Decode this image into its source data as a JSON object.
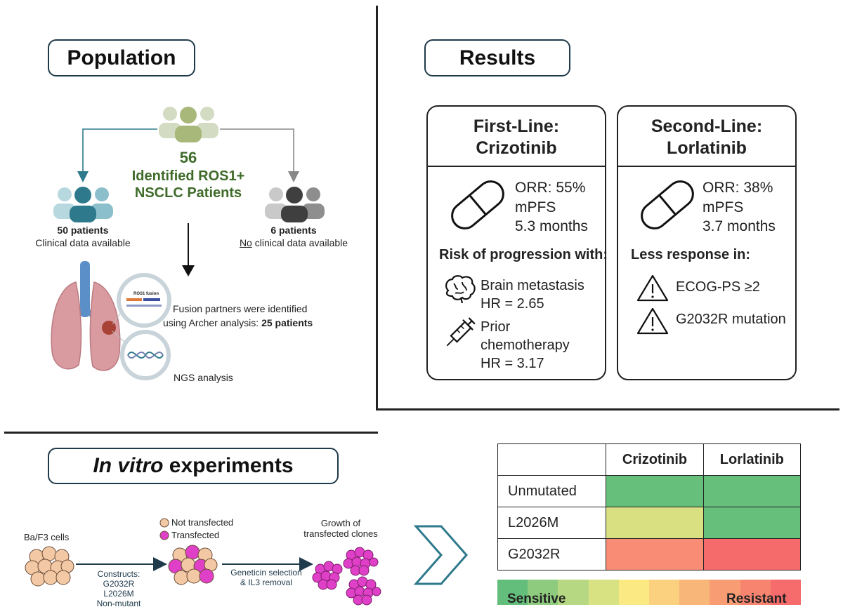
{
  "population": {
    "title": "Population",
    "total_count": "56",
    "total_label_1": "Identified ROS1+",
    "total_label_2": "NSCLC Patients",
    "left_count": "50 patients",
    "left_desc": "Clinical data available",
    "right_count": "6 patients",
    "right_desc_underlined": "No",
    "right_desc_rest": " clinical data available",
    "ros1_label": "ROS1 fusion",
    "fusion_text_1": "Fusion partners were identified",
    "fusion_text_2": "using Archer analysis: ",
    "fusion_text_bold": "25 patients",
    "ngs_text": "NGS analysis"
  },
  "results": {
    "title": "Results",
    "first": {
      "title_1": "First-Line:",
      "title_2": "Crizotinib",
      "orr": "ORR: 55%",
      "mpfs": "mPFS",
      "months": "5.3 months",
      "risk_title": "Risk of progression with:",
      "factor1_1": "Brain metastasis",
      "factor1_2": "HR = 2.65",
      "factor2_1": "Prior",
      "factor2_2": "chemotherapy",
      "factor2_3": "HR = 3.17"
    },
    "second": {
      "title_1": "Second-Line:",
      "title_2": "Lorlatinib",
      "orr": "ORR: 38%",
      "mpfs": "mPFS",
      "months": "3.7 months",
      "less_title": "Less response in:",
      "factor1": "ECOG-PS ≥2",
      "factor2": "G2032R mutation"
    }
  },
  "invitro": {
    "title_italic": "In vitro",
    "title_rest": " experiments",
    "cells_label": "Ba/F3 cells",
    "legend_not": "Not transfected",
    "legend_yes": "Transfected",
    "constructs_1": "Constructs:",
    "constructs_2": "G2032R",
    "constructs_3": "L2026M",
    "constructs_4": "Non-mutant",
    "selection_1": "Geneticin selection",
    "selection_2": "& IL3 removal",
    "growth_1": "Growth of",
    "growth_2": "transfected clones"
  },
  "table": {
    "col1": "Crizotinib",
    "col2": "Lorlatinib",
    "rows": [
      {
        "label": "Unmutated",
        "c1": "#66bf7a",
        "c2": "#66bf7a"
      },
      {
        "label": "L2026M",
        "c1": "#d9e082",
        "c2": "#66bf7a"
      },
      {
        "label": "G2032R",
        "c1": "#f88c74",
        "c2": "#f56b6b"
      }
    ]
  },
  "scale": {
    "sensitive": "Sensitive",
    "resistant": "Resistant",
    "colors": [
      "#63be7b",
      "#8ecb7e",
      "#b6d883",
      "#d8e283",
      "#fbe983",
      "#fbd07e",
      "#f9b679",
      "#f89c74",
      "#f7846f",
      "#f66b6b"
    ]
  },
  "colors": {
    "green_text": "#3f6b2a",
    "teal": "#2e7a8c",
    "dark_frame": "#1f3a4a"
  }
}
